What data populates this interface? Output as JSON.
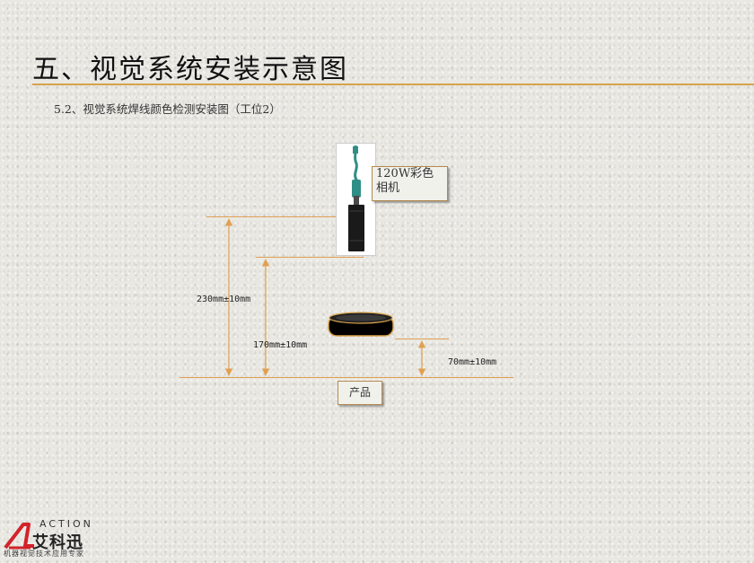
{
  "slide": {
    "title": "五、视觉系统安装示意图",
    "subtitle": "5.2、视觉系统焊线颜色检测安装图（工位2）"
  },
  "diagram": {
    "camera_label": "120W彩色相机",
    "product_label": "产品",
    "dimensions": {
      "camera": "230mm±10mm",
      "light": "170mm±10mm",
      "product_gap": "70mm±10mm"
    }
  },
  "logo": {
    "brand_en": "ACTION",
    "brand_cn": "艾科迅",
    "slogan": "机器视觉技术应用专家"
  },
  "colors": {
    "accent": "#d6a24a",
    "guide_line": "#e0a050",
    "camera_body": "#1a1a1a",
    "camera_cable": "#2f8f86",
    "logo_red": "#d2232a"
  }
}
